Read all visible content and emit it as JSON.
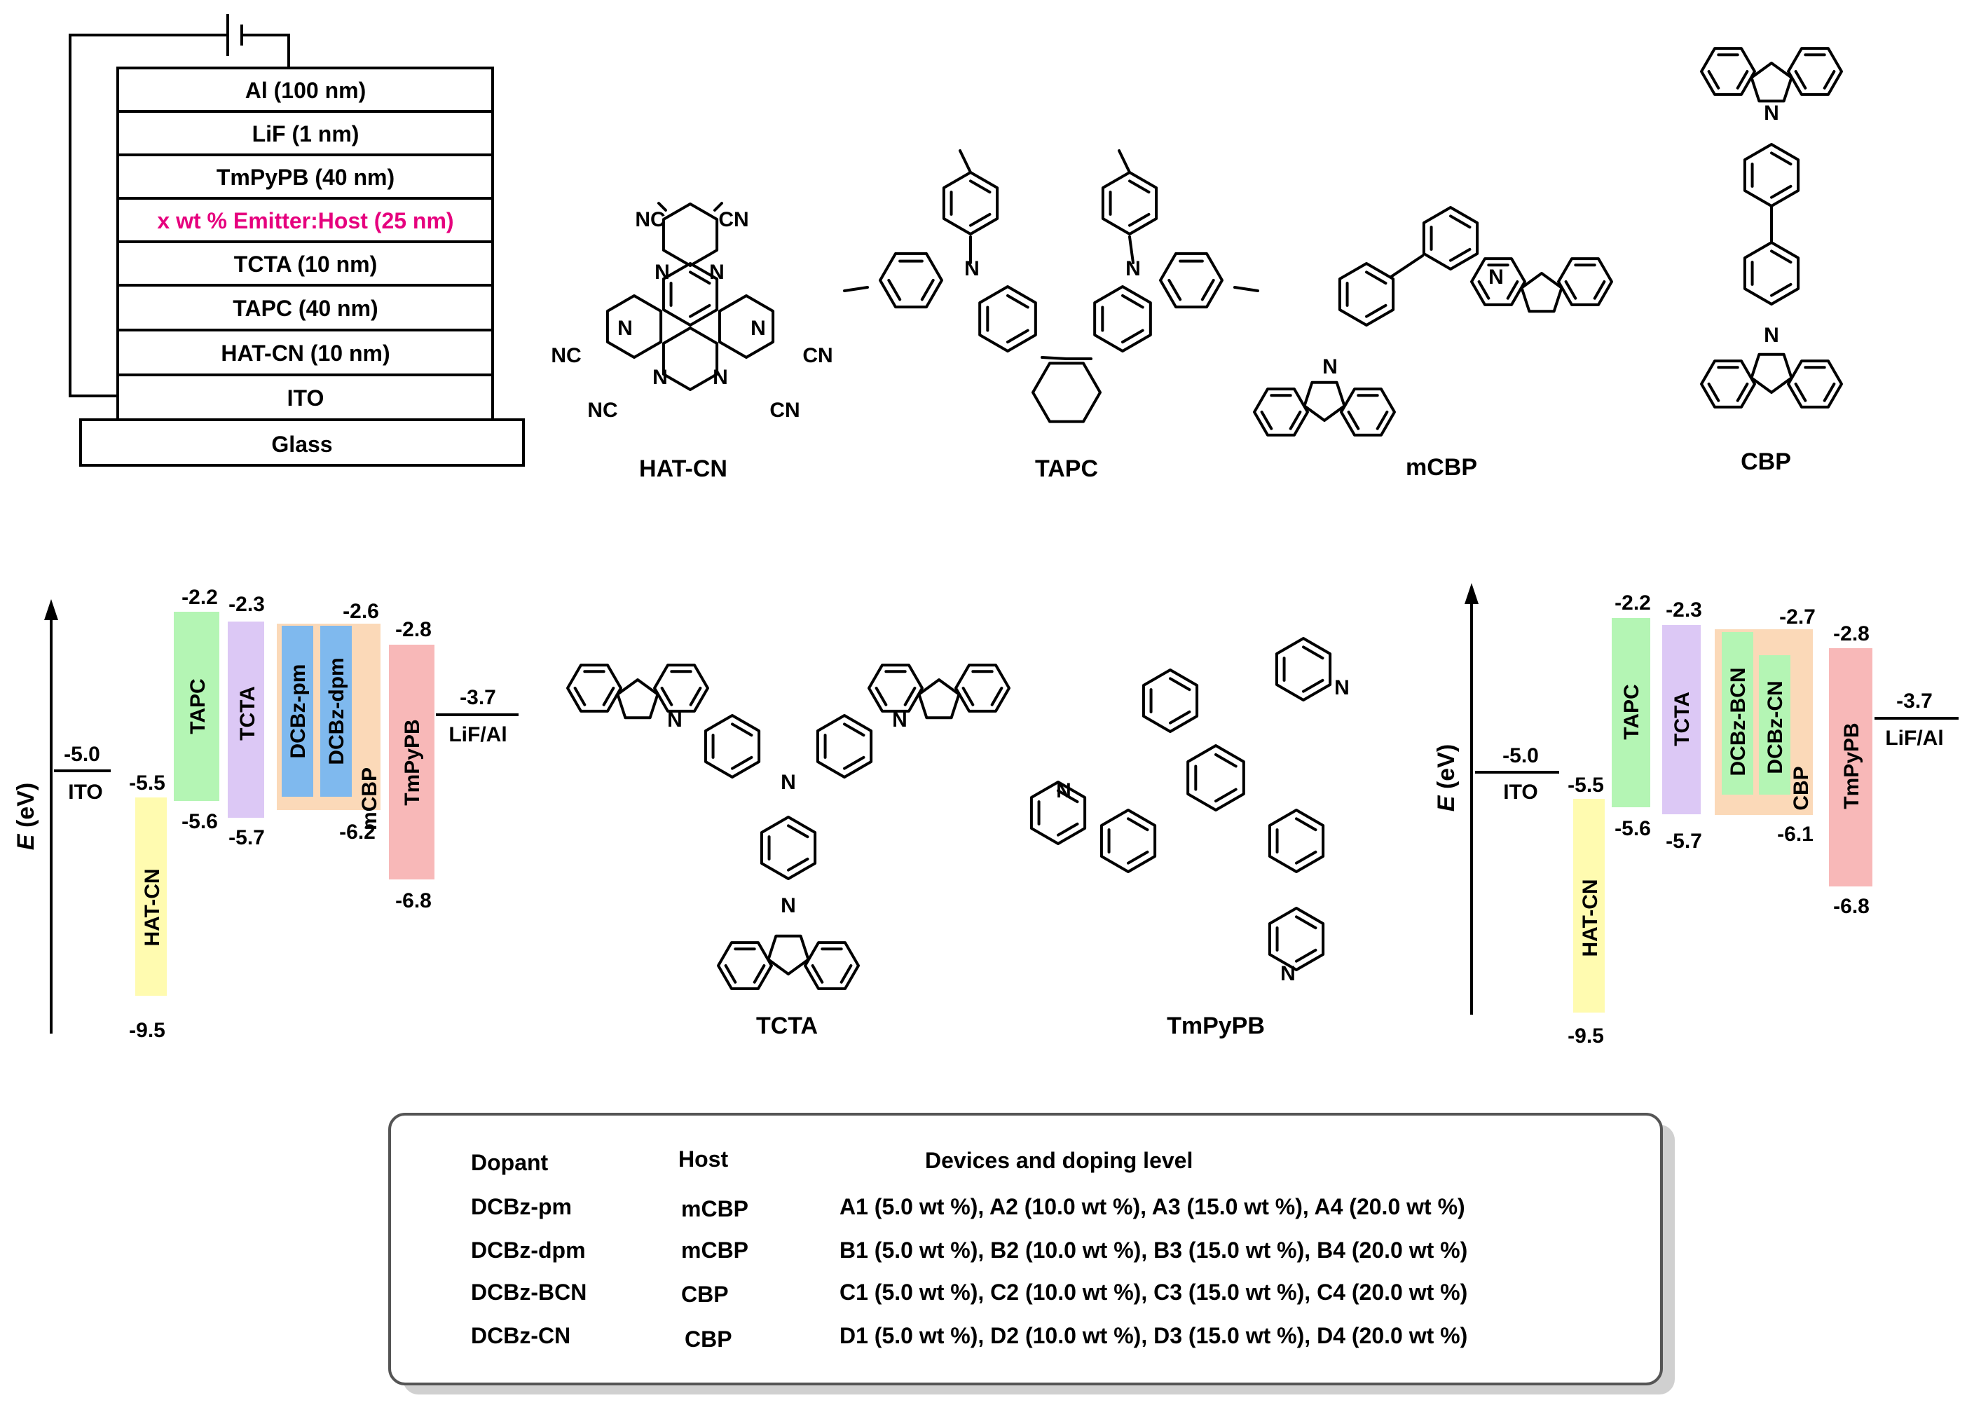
{
  "device_stack": {
    "layers": [
      "Al (100 nm)",
      "LiF (1 nm)",
      "TmPyPB (40 nm)",
      "x wt % Emitter:Host (25 nm)",
      "TCTA (10 nm)",
      "TAPC (40 nm)",
      "HAT-CN (10 nm)",
      "ITO"
    ],
    "substrate": "Glass",
    "emitter_color": "#e6007e"
  },
  "molecules": {
    "hatcn": {
      "name": "HAT-CN",
      "atom_n": "N",
      "cn_left": "NC",
      "cn_right": "CN"
    },
    "tapc": {
      "name": "TAPC",
      "atom_n": "N"
    },
    "mcbp": {
      "name": "mCBP",
      "atom_n": "N"
    },
    "cbp": {
      "name": "CBP",
      "atom_n": "N"
    },
    "tcta": {
      "name": "TCTA",
      "atom_n": "N"
    },
    "tmpypb": {
      "name": "TmPyPB",
      "atom_n": "N"
    }
  },
  "energy_left": {
    "axis_label": "E",
    "axis_unit": "(eV)",
    "ito": {
      "label": "ITO",
      "value": "-5.0"
    },
    "cathode": {
      "label": "LiF/Al",
      "value": "-3.7"
    },
    "bars": [
      {
        "name": "HAT-CN",
        "top": "-5.5",
        "bottom": "-9.5",
        "color": "#fffbb0"
      },
      {
        "name": "TAPC",
        "top": "-2.2",
        "bottom": "-5.6",
        "color": "#b4f5b4"
      },
      {
        "name": "TCTA",
        "top": "-2.3",
        "bottom": "-5.7",
        "color": "#dcc8f5"
      },
      {
        "name": "mCBP",
        "top": "-2.6",
        "bottom": "-6.2",
        "color": "#fbd9b8"
      },
      {
        "name": "DCBz-pm",
        "color": "#7fb9ee"
      },
      {
        "name": "DCBz-dpm",
        "color": "#7fb9ee"
      },
      {
        "name": "TmPyPB",
        "top": "-2.8",
        "bottom": "-6.8",
        "color": "#f8b8b8"
      }
    ]
  },
  "energy_right": {
    "axis_label": "E",
    "axis_unit": "(eV)",
    "ito": {
      "label": "ITO",
      "value": "-5.0"
    },
    "cathode": {
      "label": "LiF/Al",
      "value": "-3.7"
    },
    "bars": [
      {
        "name": "HAT-CN",
        "top": "-5.5",
        "bottom": "-9.5",
        "color": "#fffbb0"
      },
      {
        "name": "TAPC",
        "top": "-2.2",
        "bottom": "-5.6",
        "color": "#b4f5b4"
      },
      {
        "name": "TCTA",
        "top": "-2.3",
        "bottom": "-5.7",
        "color": "#dcc8f5"
      },
      {
        "name": "CBP",
        "top": "-2.7",
        "bottom": "-6.1",
        "color": "#fbd9b8"
      },
      {
        "name": "DCBz-BCN",
        "color": "#b4f5b4"
      },
      {
        "name": "DCBz-CN",
        "color": "#b4f5b4"
      },
      {
        "name": "TmPyPB",
        "top": "-2.8",
        "bottom": "-6.8",
        "color": "#f8b8b8"
      }
    ]
  },
  "table": {
    "headers": [
      "Dopant",
      "Host",
      "Devices and doping level"
    ],
    "rows": [
      [
        "DCBz-pm",
        "mCBP",
        "A1 (5.0 wt %), A2 (10.0 wt %), A3 (15.0 wt %), A4 (20.0 wt %)"
      ],
      [
        "DCBz-dpm",
        "mCBP",
        "B1 (5.0 wt %), B2 (10.0 wt %), B3 (15.0 wt %), B4 (20.0 wt %)"
      ],
      [
        "DCBz-BCN",
        "CBP",
        "C1 (5.0 wt %), C2 (10.0 wt %), C3 (15.0 wt %), C4 (20.0 wt %)"
      ],
      [
        "DCBz-CN",
        "CBP",
        "D1 (5.0 wt %), D2 (10.0 wt %), D3 (15.0 wt %), D4 (20.0 wt %)"
      ]
    ]
  }
}
